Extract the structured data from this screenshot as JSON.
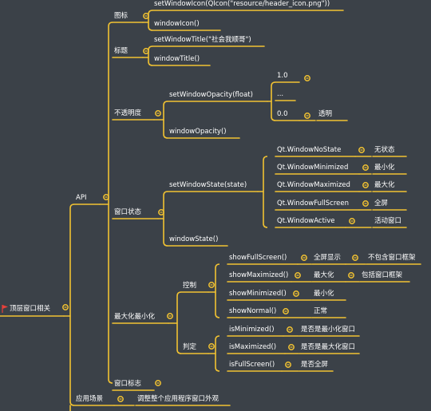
{
  "colors": {
    "background": "#3b4148",
    "line": "#f1c232",
    "text": "#ffffff",
    "flag": "#e8403a"
  },
  "root": {
    "label": "顶层窗口相关",
    "icon": "red-flag-icon"
  },
  "api": {
    "label": "API",
    "icon": {
      "label": "图标",
      "items": [
        "setWindowIcon(QIcon(\"resource/header_icon.png\"))",
        "windowIcon()"
      ]
    },
    "title": {
      "label": "标题",
      "items": [
        "setWindowTitle(\"社会我顺哥\")",
        "windowTitle()"
      ]
    },
    "opacity": {
      "label": "不透明度",
      "setter": "setWindowOpacity(float)",
      "values": [
        "1.0",
        "...",
        "0.0"
      ],
      "value_note": "透明",
      "getter": "windowOpacity()"
    },
    "state": {
      "label": "窗口状态",
      "setter": "setWindowState(state)",
      "options": [
        {
          "name": "Qt.WindowNoState",
          "desc": "无状态"
        },
        {
          "name": "Qt.WindowMinimized",
          "desc": "最小化"
        },
        {
          "name": "Qt.WindowMaximized",
          "desc": "最大化"
        },
        {
          "name": "Qt.WindowFullScreen",
          "desc": "全屏"
        },
        {
          "name": "Qt.WindowActive",
          "desc": "活动窗口"
        }
      ],
      "getter": "windowState()"
    },
    "maxmin": {
      "label": "最大化最小化",
      "control": {
        "label": "控制",
        "items": [
          {
            "name": "showFullScreen()",
            "desc": "全屏显示",
            "note": "不包含窗口框架"
          },
          {
            "name": "showMaximized()",
            "desc": "最大化",
            "note": "包括窗口框架"
          },
          {
            "name": "showMinimized()",
            "desc": "最小化"
          },
          {
            "name": "showNormal()",
            "desc": "正常"
          }
        ]
      },
      "judge": {
        "label": "判定",
        "items": [
          {
            "name": "isMinimized()",
            "desc": "是否是最小化窗口"
          },
          {
            "name": "isMaximized()",
            "desc": "是否是最大化窗口"
          },
          {
            "name": "isFullScreen()",
            "desc": "是否全屏"
          }
        ]
      }
    },
    "flags": {
      "label": "窗口标志"
    }
  },
  "scenario": {
    "label": "应用场景",
    "desc": "调整整个应用程序窗口外观"
  }
}
